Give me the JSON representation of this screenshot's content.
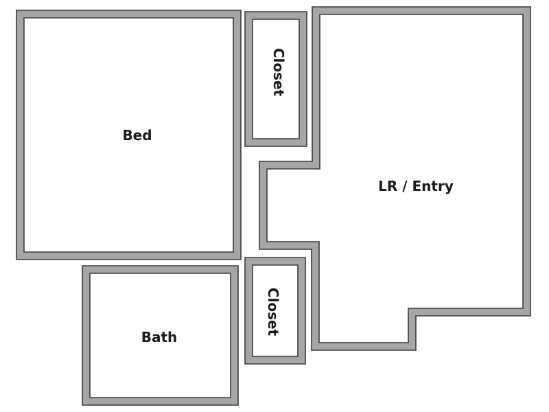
{
  "floorplan": {
    "wall_color": "#a6a6a6",
    "outline_color": "#3a3a3a",
    "background": "#ffffff",
    "rooms": {
      "bed": "Bed",
      "closet_top": "Closet",
      "lr_entry": "LR / Entry",
      "bath": "Bath",
      "closet_bottom": "Closet"
    }
  }
}
